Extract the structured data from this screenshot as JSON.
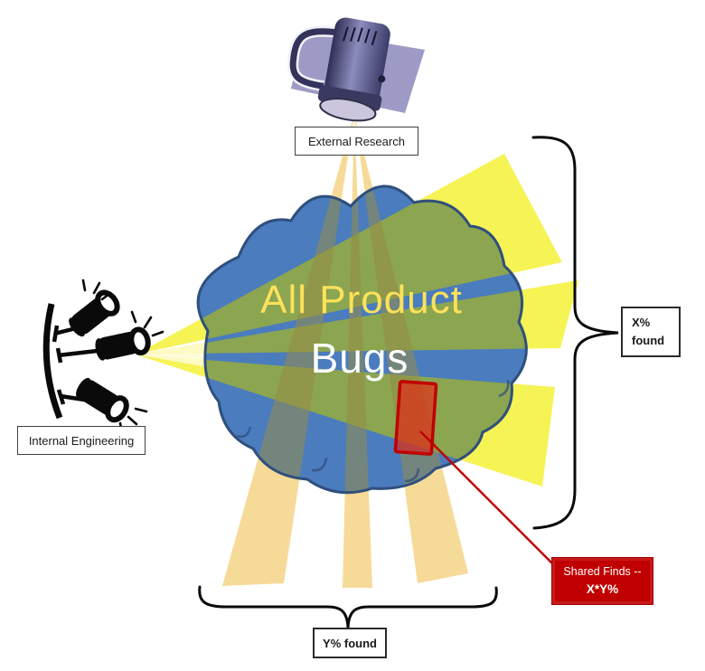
{
  "cloud": {
    "line1": "All Product",
    "line2": "Bugs"
  },
  "labels": {
    "external_research": "External Research",
    "internal_engineering": "Internal Engineering",
    "x_found": {
      "line1": "X%",
      "line2": "found"
    },
    "y_found": "Y% found",
    "shared_finds": {
      "line1": "Shared Finds --",
      "line2": "X*Y%"
    }
  },
  "icons": {
    "top_source": "flashlight-icon",
    "left_source": "spotlights-icon"
  },
  "colors": {
    "cloud_fill": "#4A7CBE",
    "cloud_stroke": "#2F4F7D",
    "beam_yellow_outside": "#F5F243",
    "beam_yellow_on_cloud": "#8CA551",
    "beam_tan_outside": "#F6D893",
    "beam_overlay_on_cloud": "rgba(150,140,70,0.55)",
    "beam_core": "#FFFBD6",
    "title_yellow": "#FCE25A",
    "title_white": "#FFFFFF",
    "highlight_stroke": "#C00000",
    "highlight_fill": "rgba(255,0,0,0.5)",
    "callout_red": "#C00000",
    "flashlight_panel": "#9D9BC6",
    "brace": "#0A0A0A"
  }
}
